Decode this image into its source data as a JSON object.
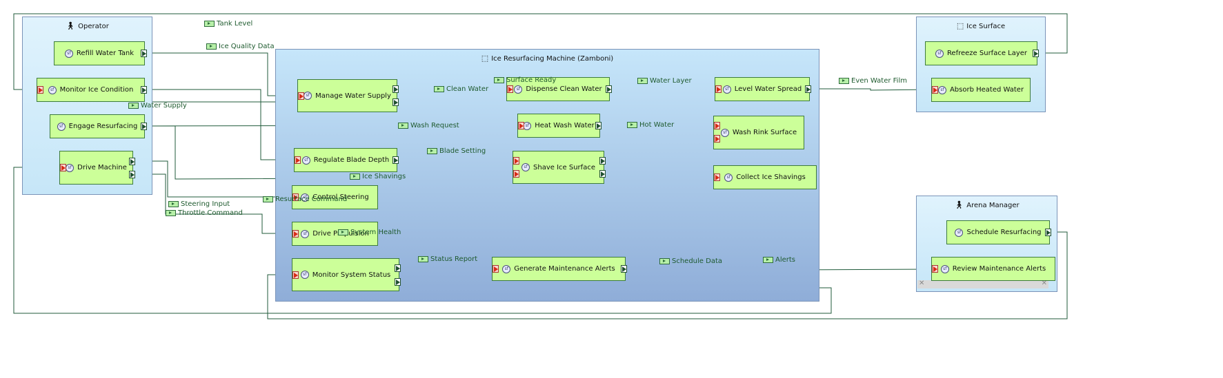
{
  "lanes": {
    "operator": "Operator",
    "zamboni": "Ice Resurfacing Machine (Zamboni)",
    "ice_surface": "Ice Surface",
    "arena_manager": "Arena Manager"
  },
  "functions": {
    "refill_water_tank": "Refill Water Tank",
    "monitor_ice_condition": "Monitor Ice Condition",
    "engage_resurfacing": "Engage Resurfacing",
    "drive_machine": "Drive Machine",
    "manage_water_supply": "Manage Water Supply",
    "dispense_clean_water": "Dispense Clean Water",
    "level_water_spread": "Level Water Spread",
    "heat_wash_water": "Heat Wash Water",
    "wash_rink_surface": "Wash Rink Surface",
    "regulate_blade_depth": "Regulate Blade Depth",
    "shave_ice_surface": "Shave Ice Surface",
    "collect_ice_shavings": "Collect Ice Shavings",
    "control_steering": "Control Steering",
    "drive_propulsion": "Drive Propulsion",
    "monitor_system_status": "Monitor System Status",
    "generate_maintenance_alerts": "Generate Maintenance Alerts",
    "refreeze_surface_layer": "Refreeze Surface Layer",
    "absorb_heated_water": "Absorb Heated Water",
    "schedule_resurfacing": "Schedule Resurfacing",
    "review_maintenance_alerts": "Review Maintenance Alerts"
  },
  "flows": {
    "tank_level": "Tank Level",
    "ice_quality_data": "Ice Quality Data",
    "water_supply": "Water Supply",
    "clean_water": "Clean Water",
    "surface_ready": "Surface Ready",
    "water_layer": "Water Layer",
    "even_water_film": "Even Water Film",
    "wash_request": "Wash Request",
    "hot_water": "Hot Water",
    "blade_setting": "Blade Setting",
    "ice_shavings": "Ice Shavings",
    "resurface_command": "Resurface Command",
    "steering_input": "Steering Input",
    "throttle_command": "Throttle Command",
    "system_health": "System Health",
    "status_report": "Status Report",
    "schedule_data": "Schedule Data",
    "alerts": "Alerts"
  },
  "icons": {
    "function": "sf",
    "actor": "person-icon",
    "system": "system-icon",
    "flow": "flow-icon"
  },
  "colors": {
    "function_fill": "#ccff99",
    "function_border": "#3c7a3c",
    "lane_fill": "#d4eefb",
    "zamboni_fill": "#9fbbe0",
    "wire": "#1f5a3a",
    "input_pin": "#d72a16"
  }
}
